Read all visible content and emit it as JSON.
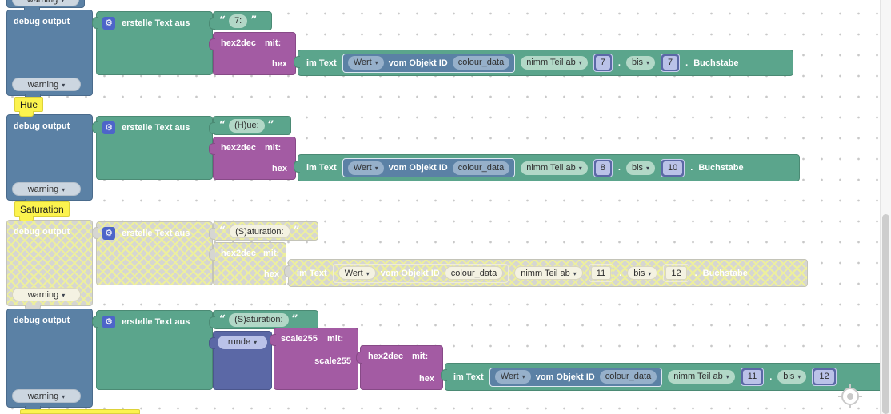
{
  "icons": {
    "gear": "⚙",
    "dropdown": "▾"
  },
  "shared": {
    "debug_output": "debug output",
    "warning": "warning",
    "erstelle_text_aus": "erstelle Text aus",
    "hex2dec": "hex2dec",
    "mit": "mit:",
    "hex": "hex",
    "im_text": "im Text",
    "wert": "Wert",
    "vom_objekt_id": "vom Objekt ID",
    "objekt_id": "colour_data",
    "nimm_teil_ab": "nimm Teil ab",
    "bis": "bis",
    "dot": ".",
    "buchstabe": "Buchstabe",
    "runde": "runde",
    "scale255": "scale255",
    "quote_open": "“",
    "quote_close": "”"
  },
  "comments": {
    "hue": "Hue",
    "saturation": "Saturation"
  },
  "rows": {
    "r1": {
      "text": "7:",
      "from": "7",
      "to": "7"
    },
    "r2": {
      "text": "(H)ue:",
      "from": "8",
      "to": "10"
    },
    "r3": {
      "text": "(S)aturation:",
      "from": "11",
      "to": "12",
      "state": "disabled"
    },
    "r4": {
      "text": "(S)aturation:",
      "from": "11",
      "to": "12"
    }
  },
  "colors": {
    "statement_blue": "#5b81a5",
    "text_green": "#5ba58c",
    "procedure_purple": "#a35ba3",
    "math_blue": "#5b68a6",
    "disabled_gray": "#d6d6d2",
    "disabled_hatch_yellow": "#edef9d",
    "comment_yellow": "#fcf34e",
    "gear_blue": "#4d65c9",
    "workspace_bg": "#ffffff"
  }
}
